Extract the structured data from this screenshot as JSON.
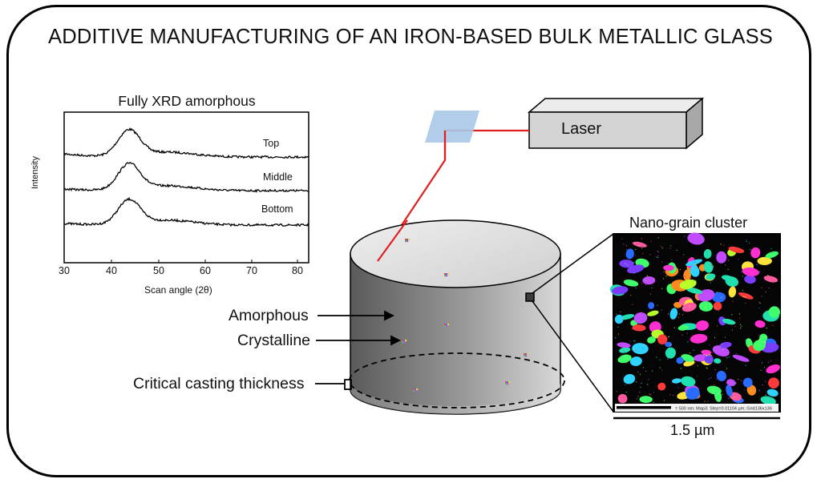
{
  "title": "ADDITIVE MANUFACTURING OF AN IRON-BASED BULK METALLIC GLASS",
  "xrd": {
    "title": "Fully XRD amorphous",
    "ylabel": "Intensity",
    "xlabel": "Scan angle (2θ)",
    "ticks": [
      "30",
      "40",
      "50",
      "60",
      "70",
      "80"
    ],
    "curves": [
      {
        "label": "Top",
        "baseline": 196,
        "peak": 32
      },
      {
        "label": "Middle",
        "baseline": 238,
        "peak": 32
      },
      {
        "label": "Bottom",
        "baseline": 281,
        "peak": 30
      }
    ]
  },
  "laser": {
    "label": "Laser"
  },
  "annotations": {
    "amorphous": "Amorphous",
    "crystalline": "Crystalline",
    "critical": "Critical casting thickness"
  },
  "nano": {
    "title": "Nano-grain cluster",
    "scale": "1.5 µm",
    "footer": "= 500 nm; Map3; Step=0.01104 µm; Grid136x136"
  },
  "colors": {
    "frame": "#000000",
    "laser_beam": "#e02020",
    "laser_spot": "#a8c8e8",
    "box_fill": "#d4d4d4"
  }
}
